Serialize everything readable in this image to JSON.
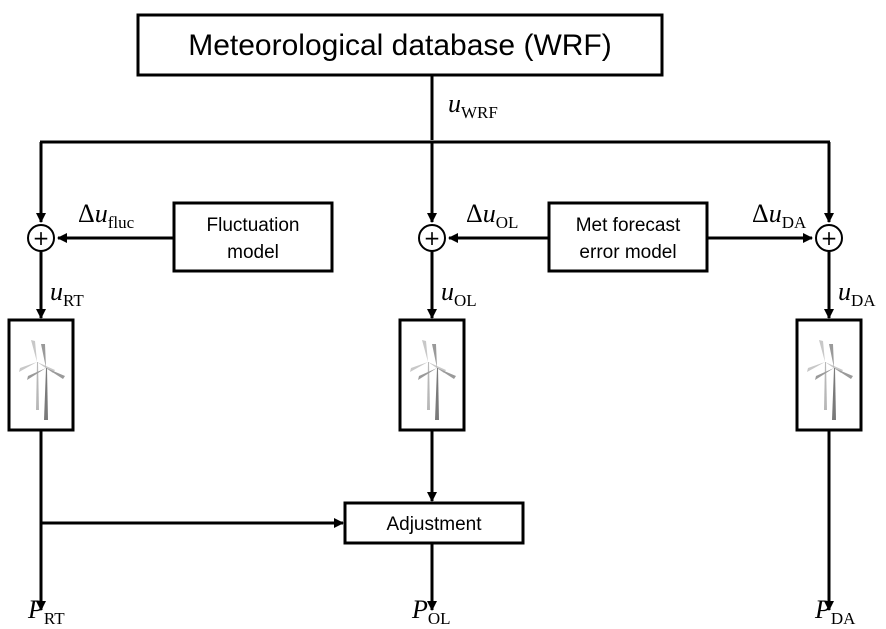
{
  "title_box": "Meteorological database (WRF)",
  "fluctuation_model": {
    "line1": "Fluctuation",
    "line2": "model"
  },
  "met_error_model": {
    "line1": "Met forecast",
    "line2": "error model"
  },
  "adjustment": "Adjustment",
  "sum_symbol": "+",
  "vars": {
    "u_wrf": {
      "base": "u",
      "sub": "WRF"
    },
    "du_fluc": {
      "delta": "Δ",
      "base": "u",
      "sub": "fluc"
    },
    "du_ol": {
      "delta": "Δ",
      "base": "u",
      "sub": "OL"
    },
    "du_da": {
      "delta": "Δ",
      "base": "u",
      "sub": "DA"
    },
    "u_rt": {
      "base": "u",
      "sub": "RT"
    },
    "u_ol": {
      "base": "u",
      "sub": "OL"
    },
    "u_da": {
      "base": "u",
      "sub": "DA"
    },
    "p_rt": {
      "base": "P",
      "sub": "RT"
    },
    "p_ol": {
      "base": "P",
      "sub": "OL"
    },
    "p_da": {
      "base": "P",
      "sub": "DA"
    }
  },
  "colors": {
    "stroke": "#000000",
    "turbine": "#8a8a8a",
    "background": "#ffffff"
  },
  "icons": [
    "wind-turbine-icon"
  ]
}
